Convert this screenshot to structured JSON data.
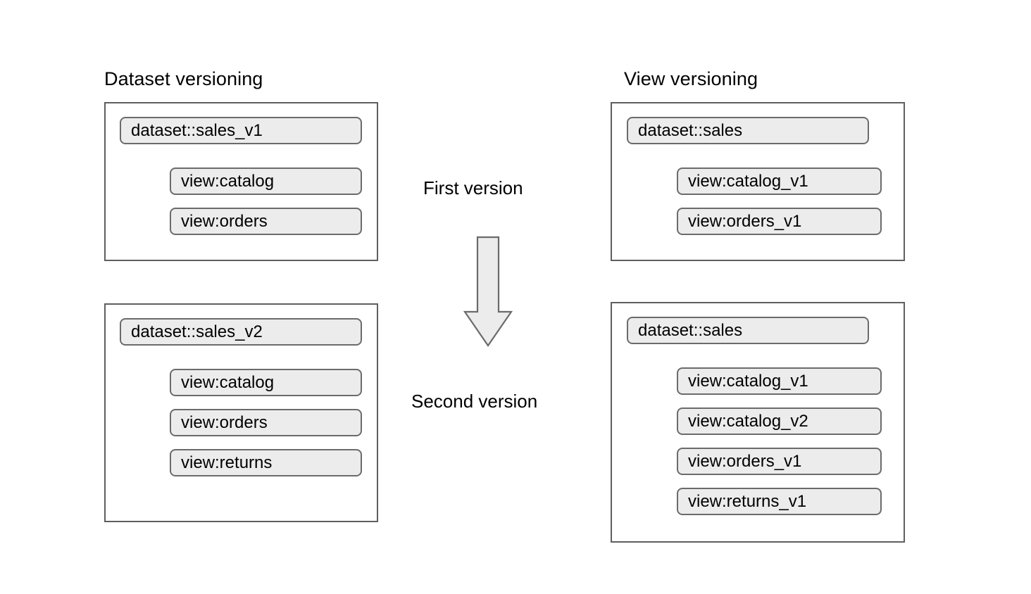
{
  "diagram": {
    "title_left": "Dataset versioning",
    "title_right": "View versioning",
    "center_labels": {
      "first": "First version",
      "second": "Second version"
    },
    "arrow_icon": "down-arrow-icon",
    "colors": {
      "pill_fill": "#ececec",
      "pill_border": "#6b6b6b",
      "panel_border": "#5f5f5f",
      "arrow_fill": "#ececec",
      "arrow_border": "#6b6b6b",
      "text": "#000000",
      "background": "#ffffff"
    },
    "columns": [
      {
        "name": "dataset-versioning",
        "heading": "Dataset versioning",
        "panels": [
          {
            "name": "dataset-versioning-v1-panel",
            "stage": "first",
            "dataset": "dataset::sales_v1",
            "views": [
              "view:catalog",
              "view:orders"
            ]
          },
          {
            "name": "dataset-versioning-v2-panel",
            "stage": "second",
            "dataset": "dataset::sales_v2",
            "views": [
              "view:catalog",
              "view:orders",
              "view:returns"
            ]
          }
        ]
      },
      {
        "name": "view-versioning",
        "heading": "View versioning",
        "panels": [
          {
            "name": "view-versioning-v1-panel",
            "stage": "first",
            "dataset": "dataset::sales",
            "views": [
              "view:catalog_v1",
              "view:orders_v1"
            ]
          },
          {
            "name": "view-versioning-v2-panel",
            "stage": "second",
            "dataset": "dataset::sales",
            "views": [
              "view:catalog_v1",
              "view:catalog_v2",
              "view:orders_v1",
              "view:returns_v1"
            ]
          }
        ]
      }
    ]
  }
}
